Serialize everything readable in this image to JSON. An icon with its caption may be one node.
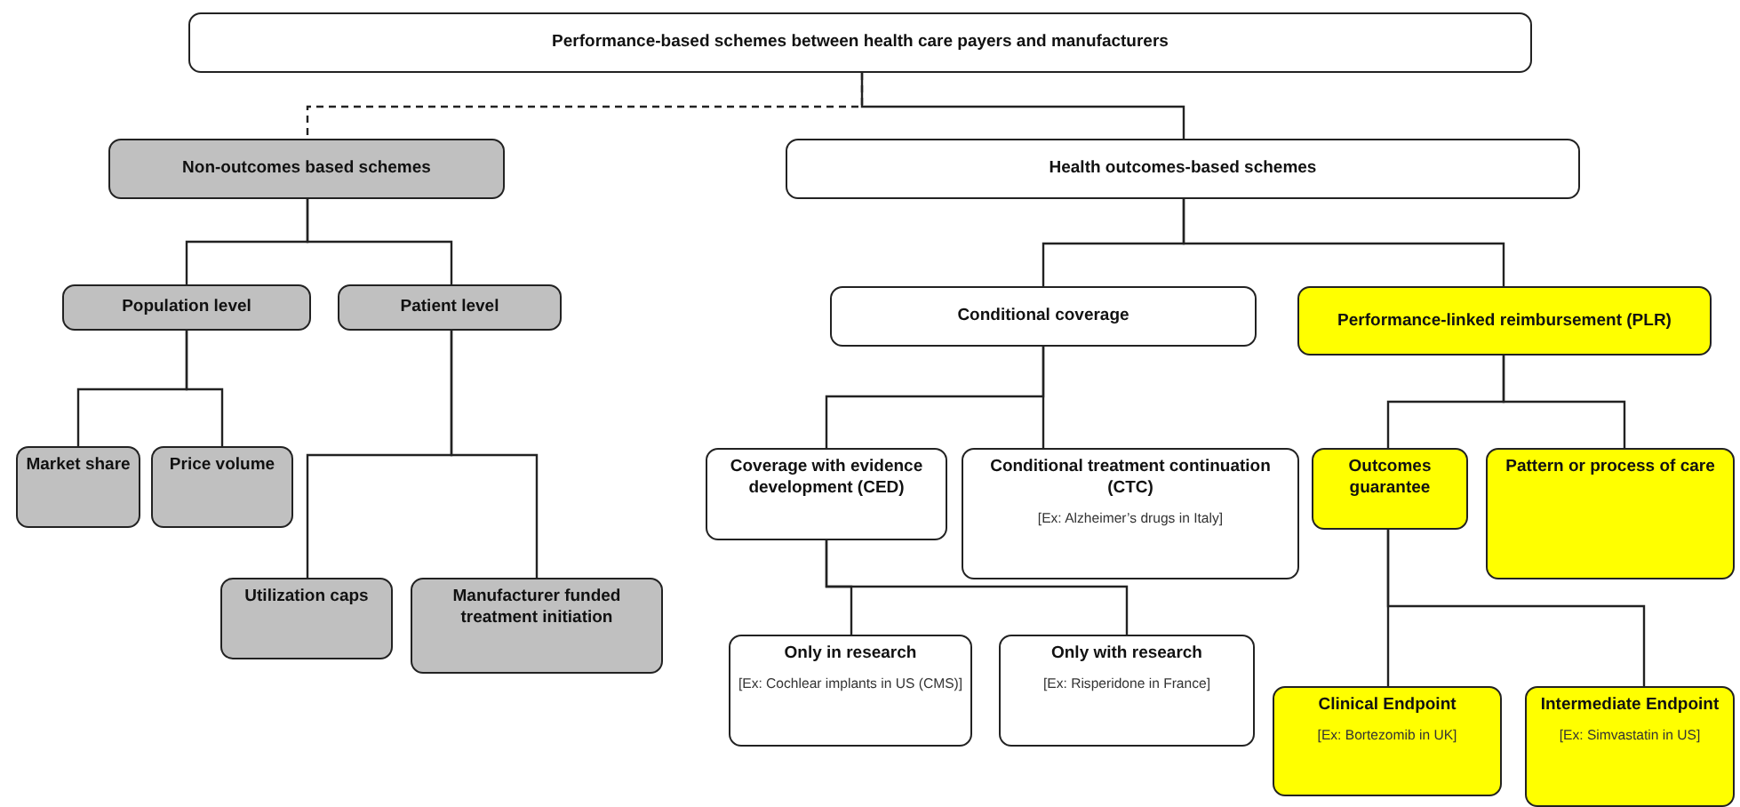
{
  "diagram": {
    "nodes": [
      {
        "text": [
          "Performance-based schemes between health care payers and manufacturers"
        ]
      },
      {
        "text": [
          "Non-outcomes based schemes"
        ]
      },
      {
        "text": [
          "Health outcomes-based schemes"
        ]
      },
      {
        "text": [
          "Population level"
        ]
      },
      {
        "text": [
          "Patient level"
        ]
      },
      {
        "text": [
          "Market share"
        ]
      },
      {
        "text": [
          "Price volume"
        ]
      },
      {
        "text": [
          "Utilization caps"
        ]
      },
      {
        "text": [
          "Manufacturer funded treatment initiation"
        ]
      },
      {
        "text": [
          "Conditional coverage"
        ]
      },
      {
        "text": [
          "Performance-linked reimbursement (PLR)"
        ]
      },
      {
        "text": [
          "Coverage with evidence development (CED)"
        ]
      },
      {
        "text": [
          "Conditional treatment continuation (CTC)",
          "[Ex: Alzheimer’s drugs in Italy]"
        ]
      },
      {
        "text": [
          "Outcomes guarantee"
        ]
      },
      {
        "text": [
          "Pattern or process of care"
        ]
      },
      {
        "text": [
          "Only in research",
          "[Ex: Cochlear implants in US (CMS)]"
        ]
      },
      {
        "text": [
          "Only with research",
          "[Ex: Risperidone in France]"
        ]
      },
      {
        "text": [
          "Clinical Endpoint",
          "[Ex: Bortezomib in UK]"
        ]
      },
      {
        "text": [
          "Intermediate Endpoint",
          "[Ex: Simvastatin in US]"
        ]
      }
    ],
    "edges": [
      {
        "from": 0,
        "to": 1,
        "arrow": "none",
        "style": "dashed"
      },
      {
        "from": 0,
        "to": 2,
        "arrow": "none"
      },
      {
        "from": 1,
        "to": 3,
        "arrow": "none"
      },
      {
        "from": 1,
        "to": 4,
        "arrow": "none"
      },
      {
        "from": 3,
        "to": 5,
        "arrow": "none"
      },
      {
        "from": 3,
        "to": 6,
        "arrow": "none"
      },
      {
        "from": 4,
        "to": 7,
        "arrow": "none"
      },
      {
        "from": 4,
        "to": 8,
        "arrow": "none"
      },
      {
        "from": 2,
        "to": 9,
        "arrow": "none"
      },
      {
        "from": 2,
        "to": 10,
        "arrow": "none"
      },
      {
        "from": 9,
        "to": 11,
        "arrow": "none"
      },
      {
        "from": 9,
        "to": 12,
        "arrow": "none"
      },
      {
        "from": 11,
        "to": 15,
        "arrow": "none"
      },
      {
        "from": 11,
        "to": 16,
        "arrow": "none"
      },
      {
        "from": 10,
        "to": 13,
        "arrow": "none"
      },
      {
        "from": 10,
        "to": 14,
        "arrow": "none"
      },
      {
        "from": 13,
        "to": 17,
        "arrow": "none"
      },
      {
        "from": 13,
        "to": 18,
        "arrow": "none"
      }
    ]
  }
}
